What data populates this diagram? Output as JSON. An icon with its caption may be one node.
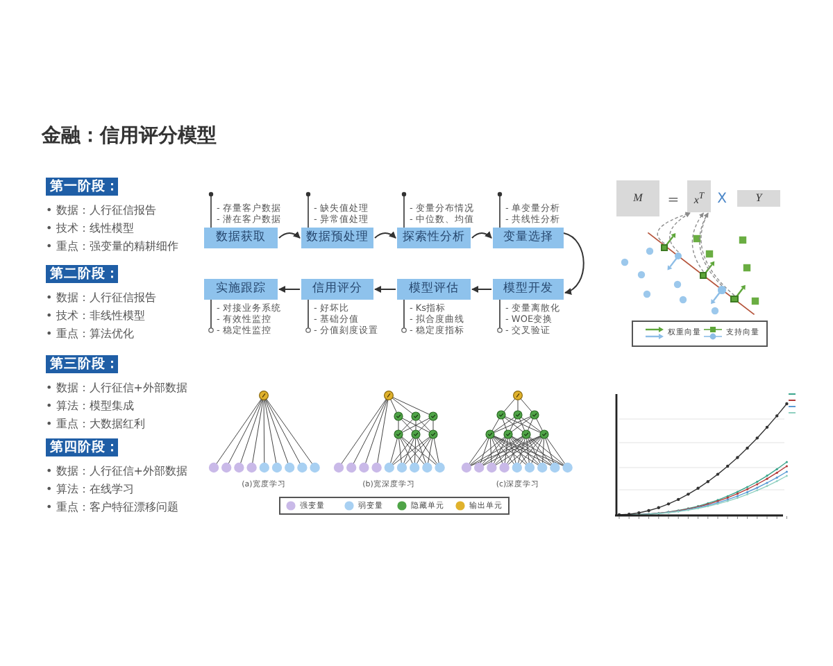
{
  "diagram": {
    "title": "金融：信用评分模型",
    "nodes": [
      {
        "text": [
          "第一阶段："
        ],
        "beside": [
          "• 数据：人行征信报告",
          "• 技术：线性模型",
          "• 重点：强变量的精耕细作"
        ]
      },
      {
        "text": [
          "第二阶段："
        ],
        "beside": [
          "• 数据：人行征信报告",
          "• 技术：非线性模型",
          "• 重点：算法优化"
        ]
      },
      {
        "text": [
          "第三阶段："
        ],
        "beside": [
          "• 数据：人行征信+外部数据",
          "• 算法：模型集成",
          "• 重点：大数据红利"
        ]
      },
      {
        "text": [
          "第四阶段："
        ],
        "beside": [
          "• 数据：人行征信+外部数据",
          "• 算法：在线学习",
          "• 重点：客户特征漂移问题"
        ]
      },
      {
        "text": [
          "数据获取"
        ],
        "beside": [
          "- 存量客户数据",
          "- 潜在客户数据"
        ]
      },
      {
        "text": [
          "数据预处理"
        ],
        "beside": [
          "- 缺失值处理",
          "- 异常值处理"
        ]
      },
      {
        "text": [
          "探索性分析"
        ],
        "beside": [
          "- 变量分布情况",
          "- 中位数、均值"
        ]
      },
      {
        "text": [
          "变量选择"
        ],
        "beside": [
          "- 单变量分析",
          "- 共线性分析"
        ]
      },
      {
        "text": [
          "模型开发"
        ],
        "beside": [
          "- 变量离散化",
          "- WOE变换",
          "- 交叉验证"
        ]
      },
      {
        "text": [
          "模型评估"
        ],
        "beside": [
          "- Ks指标",
          "- 拟合度曲线",
          "- 稳定度指标"
        ]
      },
      {
        "text": [
          "信用评分"
        ],
        "beside": [
          "- 好坏比",
          "- 基础分值",
          "- 分值刻度设置"
        ]
      },
      {
        "text": [
          "实施跟踪"
        ],
        "beside": [
          "- 对接业务系统",
          "- 有效性监控",
          "- 稳定性监控"
        ]
      },
      {
        "text": [
          "M"
        ]
      },
      {
        "text": [
          "x$^{T}$"
        ]
      },
      {
        "text": [
          "Y"
        ]
      },
      {
        "text": [],
        "shape": "box"
      },
      {
        "text": [],
        "shape": "circle"
      },
      {
        "text": [],
        "shape": "box"
      },
      {
        "text": [],
        "shape": "circle"
      },
      {
        "text": [],
        "shape": "box"
      }
    ],
    "edges": [
      {
        "from": 4,
        "to": 5,
        "arrow": "to"
      },
      {
        "from": 5,
        "to": 6,
        "arrow": "to"
      },
      {
        "from": 6,
        "to": 7,
        "arrow": "to"
      },
      {
        "from": 7,
        "to": 8,
        "arrow": "to"
      },
      {
        "from": 8,
        "to": 9,
        "arrow": "to"
      },
      {
        "from": 9,
        "to": 10,
        "arrow": "to"
      },
      {
        "from": 10,
        "to": 11,
        "arrow": "to"
      },
      {
        "from": 15,
        "to": 13,
        "arrow": "to",
        "style": "dashed",
        "color": "#8c8c8c"
      },
      {
        "from": 16,
        "to": 13,
        "arrow": "to",
        "style": "dashed",
        "color": "#8c8c8c"
      },
      {
        "from": 17,
        "to": 13,
        "arrow": "to",
        "style": "dashed",
        "color": "#8c8c8c"
      },
      {
        "from": 18,
        "to": 13,
        "arrow": "to",
        "style": "dashed",
        "color": "#8c8c8c"
      },
      {
        "from": 19,
        "to": 13,
        "arrow": "to",
        "style": "dashed",
        "color": "#8c8c8c"
      }
    ],
    "labels": [
      "=",
      "X",
      "(a)宽度学习",
      "(b)宽深度学习",
      "(c)深度学习"
    ],
    "legend": [
      {
        "text": "权重向量"
      },
      {
        "text": "支持向量"
      },
      {
        "text": "强变量",
        "color": "#c9b9e8"
      },
      {
        "text": "弱变量",
        "color": "#a8d0f2"
      },
      {
        "text": "隐藏单元",
        "color": "#4fa447"
      },
      {
        "text": "输出单元",
        "color": "#e0b22c"
      }
    ]
  }
}
